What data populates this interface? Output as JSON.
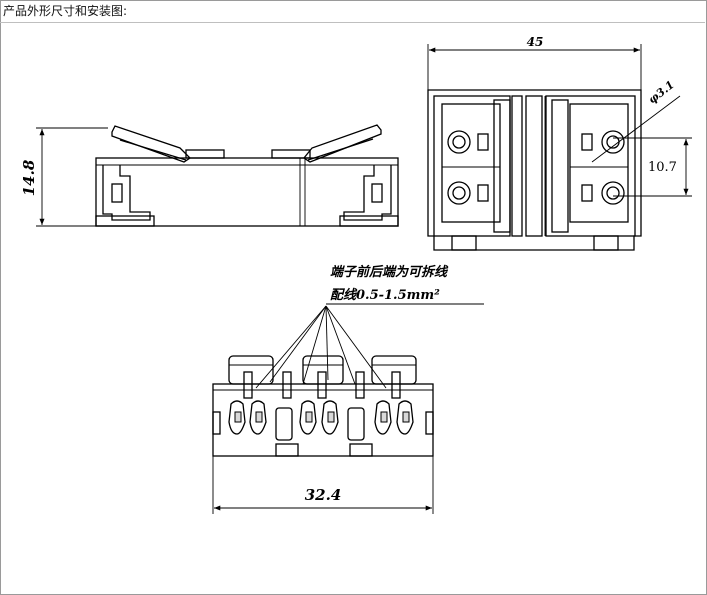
{
  "caption": "产品外形尺寸和安装图:",
  "dimensions": {
    "height": "14.8",
    "length": "45",
    "hole_diameter": "φ3.1",
    "hole_spacing": "10.7",
    "width": "32.4"
  },
  "notes": {
    "line1": "端子前后端为可拆线",
    "line2": "配线0.5-1.5mm²"
  }
}
